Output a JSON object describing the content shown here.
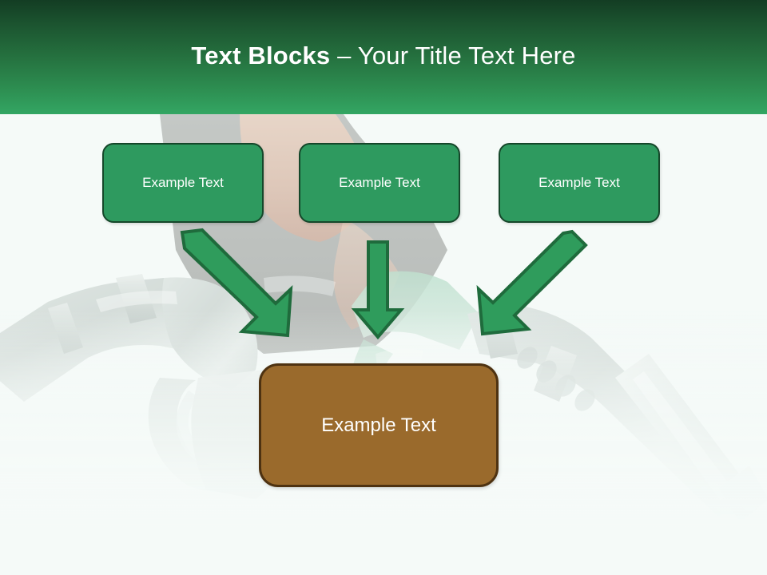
{
  "slide": {
    "title_strong": "Text Blocks",
    "title_separator": " – ",
    "title_light": "Your Title Text Here",
    "background_image_description": "fuel-pump-nozzles-photo",
    "colors": {
      "header_gradient_top": "#133d23",
      "header_gradient_bottom": "#33a663",
      "body_background": "#f5faf8",
      "box_green_fill": "#2e9a5f",
      "box_green_border": "#15472a",
      "box_brown_fill": "#9a6a2c",
      "box_brown_border": "#4e3211",
      "arrow_fill": "#2f9c5c",
      "arrow_border": "#1f6b3c",
      "text_on_box": "#ffffff"
    }
  },
  "top_boxes": [
    {
      "label": "Example Text"
    },
    {
      "label": "Example Text"
    },
    {
      "label": "Example Text"
    }
  ],
  "arrows": [
    {
      "name": "arrow-down-right",
      "direction": "down-right"
    },
    {
      "name": "arrow-down",
      "direction": "down"
    },
    {
      "name": "arrow-down-left",
      "direction": "down-left"
    }
  ],
  "result_box": {
    "label": "Example Text"
  }
}
